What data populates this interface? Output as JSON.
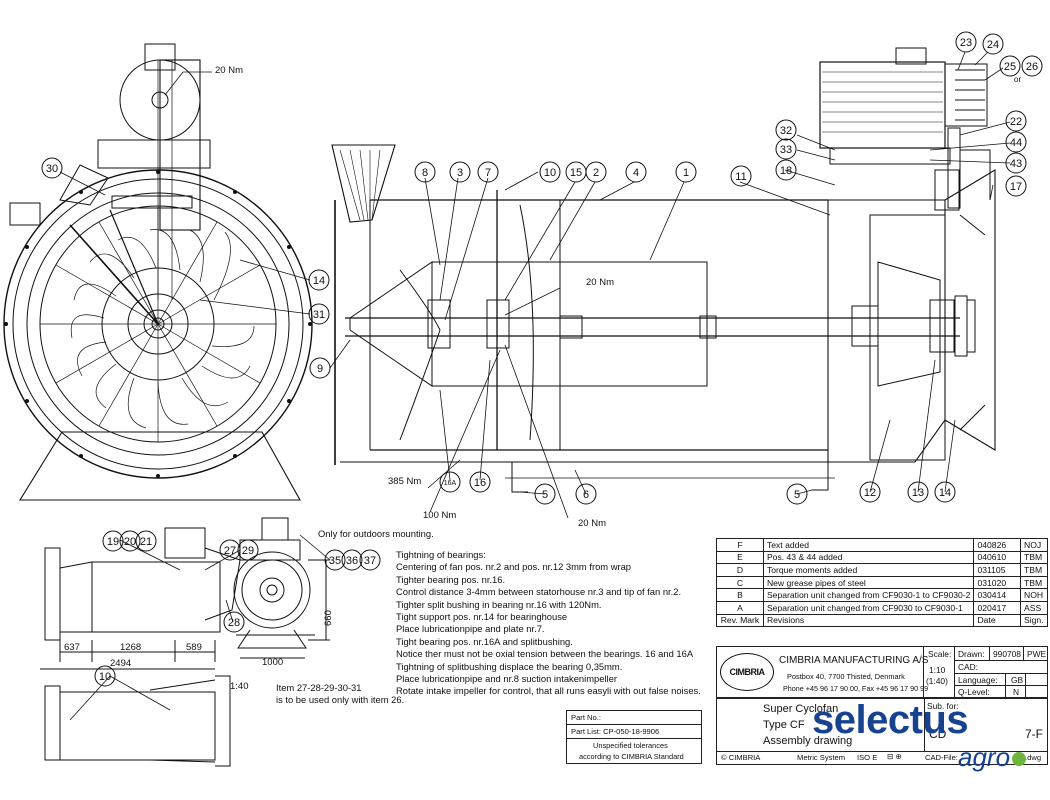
{
  "callouts": [
    "1",
    "2",
    "3",
    "4",
    "5",
    "5",
    "6",
    "7",
    "8",
    "9",
    "10",
    "11",
    "12",
    "13",
    "14",
    "14",
    "15",
    "16",
    "16A",
    "17",
    "18",
    "19",
    "20",
    "21",
    "22",
    "23",
    "24",
    "25",
    "26",
    "27",
    "28",
    "29",
    "30",
    "31",
    "32",
    "33",
    "35",
    "36",
    "37",
    "43",
    "44",
    "10"
  ],
  "torques": [
    "20 Nm",
    "20 Nm",
    "20 Nm",
    "100 Nm",
    "385 Nm"
  ],
  "or_label": "or",
  "dimensions": [
    "637",
    "1268",
    "589",
    "2494",
    "1000",
    "660"
  ],
  "scale_small": "1:40",
  "outdoor_note": "Only for outdoors mounting.",
  "bearing_notes": [
    "Tightning of bearings:",
    "Centering of fan pos. nr.2 and pos. nr.12  3mm from wrap",
    "Tighter bearing pos. nr.16.",
    "Control distance 3-4mm between statorhouse nr.3 and tip of fan nr.2.",
    "Tighter split bushing in bearing nr.16 with 120Nm.",
    "Tight support pos. nr.14 for bearinghouse",
    "Place lubricationpipe and plate nr.7.",
    "Tight bearing pos. nr.16A and splitbushing.",
    "Notice ther must not be oxial tension between the bearings. 16 and 16A",
    "Tightning of splitbushing displace the bearing 0,35mm.",
    "Place lubricationpipe and nr.8 suction intakenimpeller",
    "Rotate intake impeller for control, that all runs easyli with out false noises."
  ],
  "item_note": [
    "Item 27-28-29-30-31",
    "is to be used only with item 26."
  ],
  "revisions": [
    {
      "mark": "F",
      "text": "Text added",
      "date": "040826",
      "sign": "NOJ"
    },
    {
      "mark": "E",
      "text": "Pos. 43 & 44 added",
      "date": "040610",
      "sign": "TBM"
    },
    {
      "mark": "D",
      "text": "Torque moments added",
      "date": "031105",
      "sign": "TBM"
    },
    {
      "mark": "C",
      "text": "New grease pipes of steel",
      "date": "031020",
      "sign": "TBM"
    },
    {
      "mark": "B",
      "text": "Separation unit changed from CF9030-1 to CF9030-2",
      "date": "030414",
      "sign": "NOH"
    },
    {
      "mark": "A",
      "text": "Separation unit changed from CF9030 to CF9030-1",
      "date": "020417",
      "sign": "ASS"
    }
  ],
  "revision_header": {
    "mark": "Rev. Mark",
    "text": "Revisions",
    "date": "Date",
    "sign": "Sign."
  },
  "company": {
    "logo": "CIMBRIA",
    "name": "CIMBRIA MANUFACTURING A/S",
    "address": "Postbox 40,  7700 Thisted,  Denmark",
    "phone": "Phone +45 96 17 90 00,  Fax +45 96 17 90 99"
  },
  "title_block": {
    "scale_label": "Scale:",
    "scale_value": "1:10",
    "scale_alt": "(1:40)",
    "drawn_label": "Drawn:",
    "drawn_date": "990708",
    "drawn_sign": "PWE",
    "cad_label": "CAD:",
    "language_label": "Language:",
    "language_value": "GB",
    "qlevel_label": "Q-Level:",
    "qlevel_value": "N",
    "title1": "Super Cyclofan",
    "title2": "Type CF",
    "title3": "Assembly drawing",
    "sub_label": "Sub. for:",
    "drawing_no_prefix": "CD",
    "drawing_no_suffix": "7-F",
    "cad_file_label": "CAD-File:",
    "cad_file_ext": ".dwg",
    "copyright": "© CIMBRIA",
    "metric": "Metric System",
    "iso": "ISO E"
  },
  "part_block": {
    "part_no_label": "Part No.:",
    "part_list": "Part List: CP-050-18-9906",
    "tolerances_1": "Unspecified tolerances",
    "tolerances_2": "according to CIMBRIA Standard"
  },
  "watermark": {
    "word": "selectus",
    "sub": "agro"
  },
  "colors": {
    "ink": "#111111",
    "watermark_blue": "#17428f",
    "watermark_green": "#6fb43f"
  }
}
